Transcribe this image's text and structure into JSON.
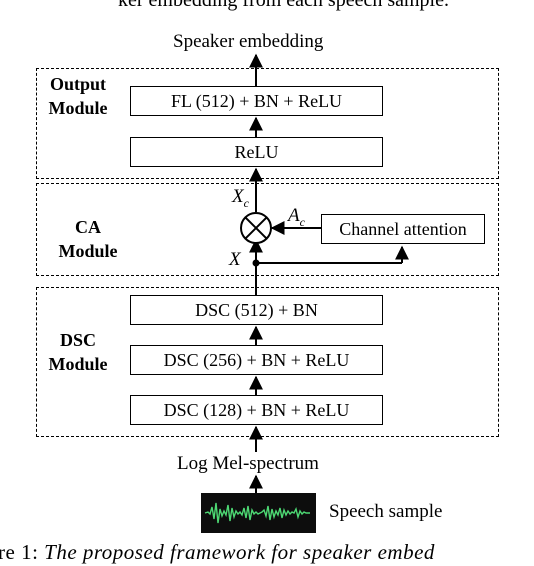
{
  "header_text": "ker embedding from each speech sample.",
  "output": {
    "label": "Speaker embedding"
  },
  "modules": {
    "output": {
      "label_line1": "Output",
      "label_line2": "Module"
    },
    "ca": {
      "label_line1": "CA",
      "label_line2": "Module"
    },
    "dsc": {
      "label_line1": "DSC",
      "label_line2": "Module"
    }
  },
  "blocks": {
    "fl": "FL (512) + BN + ReLU",
    "relu": "ReLU",
    "channel_attention": "Channel attention",
    "dsc512": "DSC (512) + BN",
    "dsc256": "DSC (256) + BN + ReLU",
    "dsc128": "DSC (128) + BN + ReLU"
  },
  "symbols": {
    "xc_base": "X",
    "xc_sub": "c",
    "ac_base": "A",
    "ac_sub": "c",
    "x": "X"
  },
  "input": {
    "label": "Log Mel-spectrum"
  },
  "speech": {
    "label": "Speech sample"
  },
  "caption": {
    "prefix": "re 1: ",
    "italic": "The proposed framework for speaker embed"
  }
}
